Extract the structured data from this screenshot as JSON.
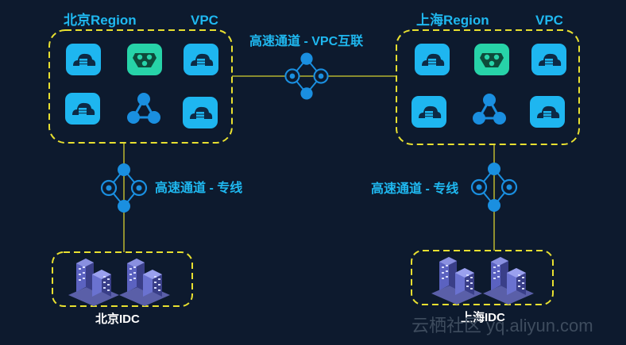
{
  "labels": {
    "beijing_region": "北京Region",
    "beijing_vpc": "VPC",
    "shanghai_region": "上海Region",
    "shanghai_vpc": "VPC",
    "vpc_interconnect": "高速通道 - VPC互联",
    "beijing_line": "高速通道 - 专线",
    "shanghai_line": "高速通道 - 专线",
    "beijing_idc": "北京IDC",
    "shanghai_idc": "上海IDC"
  },
  "watermark": "云栖社区 yq.aliyun.com",
  "colors": {
    "background": "#0d1a2e",
    "border_dash": "#e8e030",
    "cyan": "#1fb8f0",
    "node_blue": "#1a8fe0",
    "teal": "#27d3a8",
    "white": "#ffffff"
  },
  "icons": {
    "cloud_server": "cloud-server-icon",
    "load_balancer": "load-balancer-icon",
    "network": "network-topology-icon",
    "connector": "express-connect-icon",
    "building": "datacenter-building-icon"
  }
}
